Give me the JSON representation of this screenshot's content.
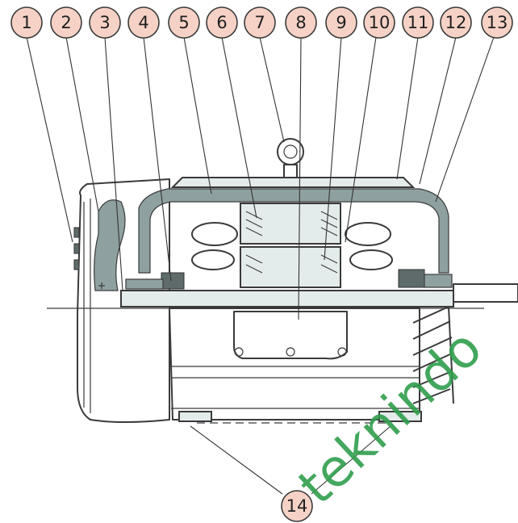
{
  "callouts": [
    "1",
    "2",
    "3",
    "4",
    "5",
    "6",
    "7",
    "8",
    "9",
    "10",
    "11",
    "12",
    "13",
    "14"
  ],
  "watermark": "teknindo",
  "colors": {
    "callout_fill": "#f6d2c6",
    "watermark": "#2f9e4c",
    "shading": "#8fa0a0"
  }
}
